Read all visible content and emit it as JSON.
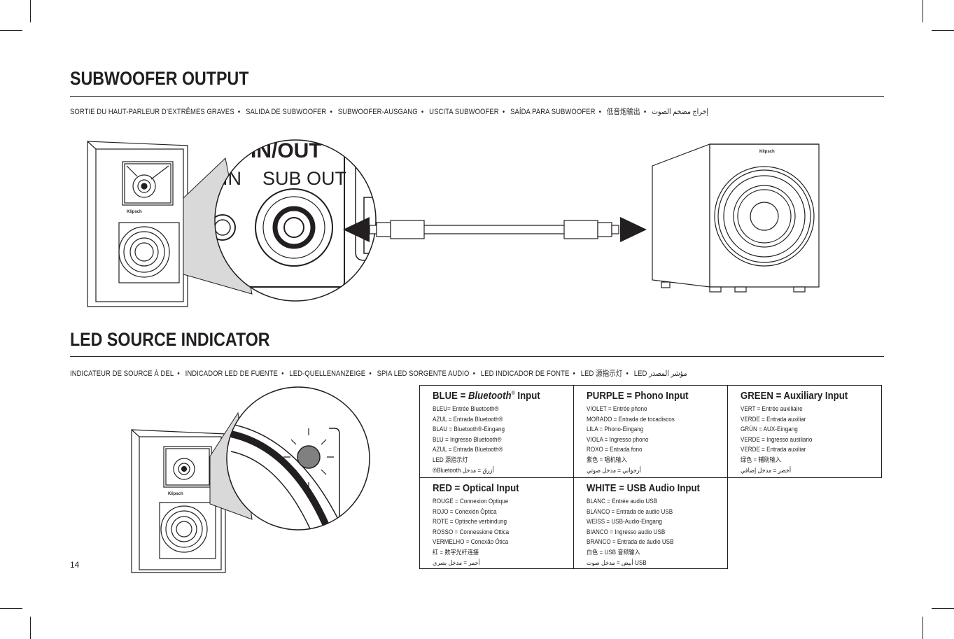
{
  "section1": {
    "heading": "SUBWOOFER OUTPUT",
    "translations": [
      "SORTIE DU HAUT-PARLEUR D’EXTRÊMES GRAVES",
      "SALIDA DE SUBWOOFER",
      "SUBWOOFER-AUSGANG",
      "USCITA SUBWOOFER",
      "SAÍDA PARA SUBWOOFER",
      "低音炮输出",
      "إخراج مضخم الصوت"
    ],
    "separator": "•",
    "panel_label_partial": "D IN/OUT",
    "port_in_label": "IN",
    "port_out_label": "SUB OUT",
    "subwoofer_brand": "Klipsch",
    "speaker_brand": "Klipsch"
  },
  "section2": {
    "heading": "LED SOURCE INDICATOR",
    "translations": [
      "INDICATEUR DE SOURCE À DEL",
      "INDICADOR LED DE FUENTE",
      "LED-QUELLENANZEIGE",
      "SPIA LED SORGENTE AUDIO",
      "LED INDICADOR DE FONTE",
      "LED 源指示灯",
      "LED مؤشر المصدر"
    ],
    "separator": "•",
    "led_color": "#808080",
    "cells": {
      "blue": {
        "title_pre": "BLUE = ",
        "title_em": "Bluetooth",
        "title_sup": "®",
        "title_post": " Input",
        "lines": [
          "BLEU= Entrée Bluetooth®",
          "AZUL = Entrada Bluetooth®",
          "BLAU = Bluetooth®-Eingang",
          "BLU = Ingresso Bluetooth®",
          "AZUL = Entrada Bluetooth®",
          "LED 源指示灯",
          "®Bluetooth أزرق = مدخل"
        ]
      },
      "purple": {
        "title": "PURPLE = Phono Input",
        "lines": [
          "VIOLET = Entrée phono",
          "MORADO = Entrada  de tocadiscos",
          "LILA = Phono-Eingang",
          "VIOLA = Ingresso phono",
          "ROXO = Entrada fono",
          "紫色 = 唱机输入",
          "أرجواني = مدخل صوتي"
        ]
      },
      "green": {
        "title": "GREEN = Auxiliary Input",
        "lines": [
          "VERT = Entrée auxiliaire",
          "VERDE = Entrada  auxiliar",
          "GRÜN = AUX-Eingang",
          "VERDE = Ingresso ausiliario",
          "VERDE = Entrada auxiliar",
          "绿色 = 辅助输入",
          "أخضر = مدخل إضافي"
        ]
      },
      "red": {
        "title": "RED = Optical Input",
        "lines": [
          "ROUGE = Connexion Optique",
          "ROJO = Conexión Óptica",
          "ROTE = Optische verbindung",
          "ROSSO = Connessione Ottica",
          "VERMELHO = Conexão Ótica",
          "红 = 数字光纤连接",
          "أحمر = مدخل بصري"
        ]
      },
      "white": {
        "title": "WHITE = USB Audio Input",
        "lines": [
          "BLANC = Entrée audio USB",
          "BLANCO = Entrada de audio USB",
          "WEISS = USB-Audio-Eingang",
          "BIANCO = Ingresso audio USB",
          "BRANCO = Entrada de áudio USB",
          "白色 = USB 音频输入",
          "أبيض = مدخل صوت USB"
        ]
      }
    }
  },
  "page_number": "14"
}
